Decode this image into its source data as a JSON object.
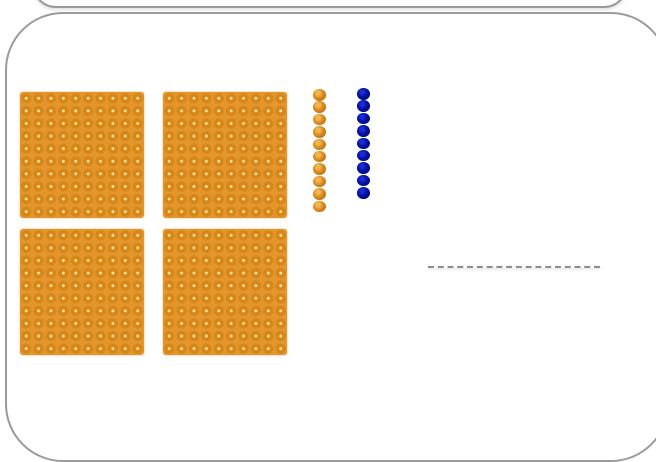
{
  "workspace": {
    "hundreds_squares": 4,
    "ten_rods": [
      {
        "color": "#e3962c",
        "beads": 10
      },
      {
        "color": "#0a14ad",
        "beads": 9
      }
    ],
    "answer_blank": ""
  },
  "colors": {
    "panel_border": "#9a9a9a",
    "bead_orange": "#e3962c",
    "bead_blue": "#0a14ad",
    "answer_line": "#8d8d8d"
  }
}
